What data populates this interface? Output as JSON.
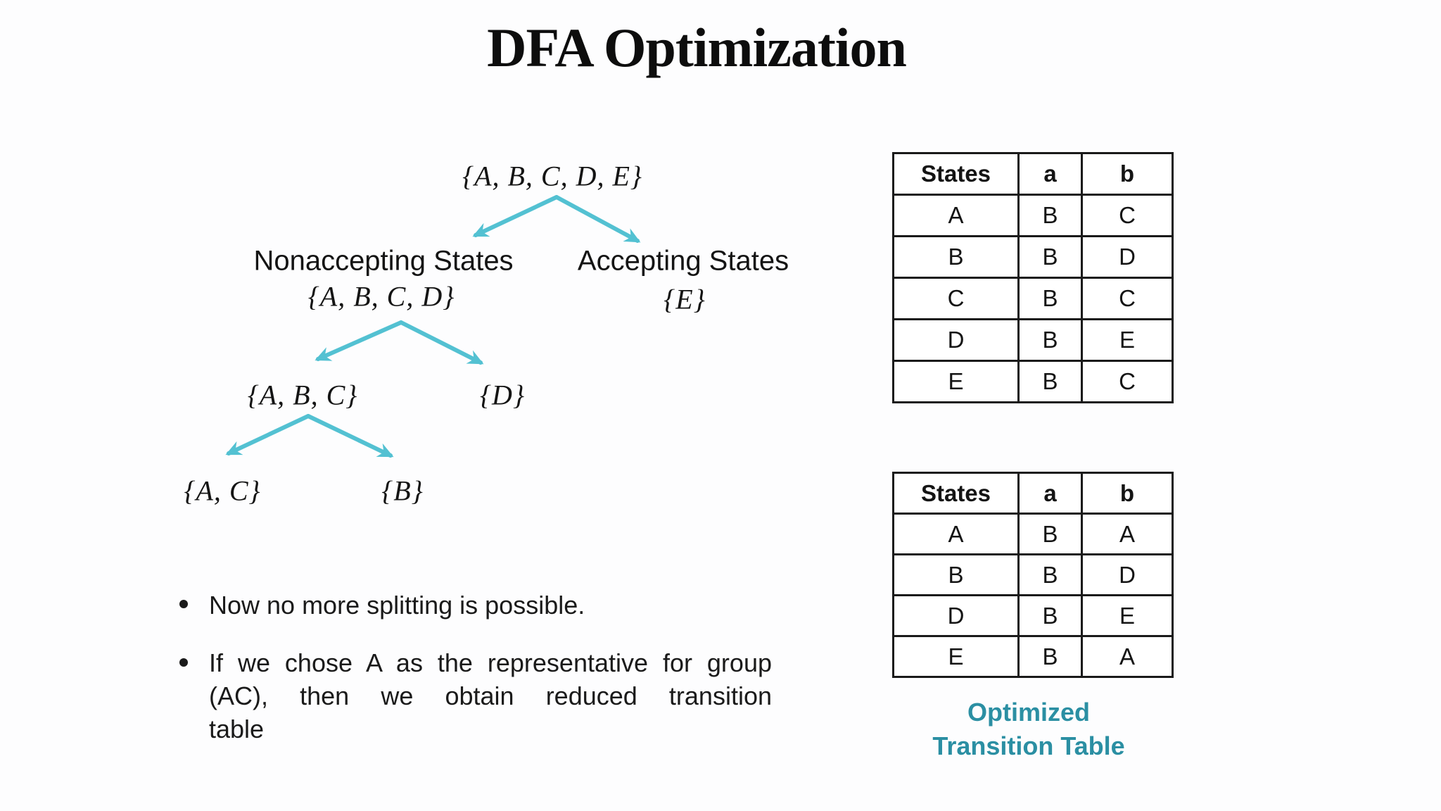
{
  "title": "DFA Optimization",
  "tree": {
    "root_set": "{A, B, C, D, E}",
    "nonaccepting_label": "Nonaccepting States",
    "nonaccepting_set": "{A, B, C, D}",
    "accepting_label": "Accepting States",
    "accepting_set": "{E}",
    "level2_left_set": "{A, B, C}",
    "level2_right_set": "{D}",
    "level3_left_set": "{A, C}",
    "level3_right_set": "{B}"
  },
  "tables": {
    "original": {
      "headers": [
        "States",
        "a",
        "b"
      ],
      "rows": [
        [
          "A",
          "B",
          "C"
        ],
        [
          "B",
          "B",
          "D"
        ],
        [
          "C",
          "B",
          "C"
        ],
        [
          "D",
          "B",
          "E"
        ],
        [
          "E",
          "B",
          "C"
        ]
      ]
    },
    "optimized": {
      "headers": [
        "States",
        "a",
        "b"
      ],
      "rows": [
        [
          "A",
          "B",
          "A"
        ],
        [
          "B",
          "B",
          "D"
        ],
        [
          "D",
          "B",
          "E"
        ],
        [
          "E",
          "B",
          "A"
        ]
      ],
      "caption_line1": "Optimized",
      "caption_line2": "Transition Table"
    }
  },
  "bullets": {
    "item1": "Now no more splitting is possible.",
    "item2_lines": [
      "If we chose A as the representative for group",
      "(AC),  then  we  obtain  reduced  transition",
      "table"
    ]
  },
  "colors": {
    "arrow_teal": "#53C1D2",
    "caption_teal": "#2B8FA3",
    "text": "#141414"
  }
}
